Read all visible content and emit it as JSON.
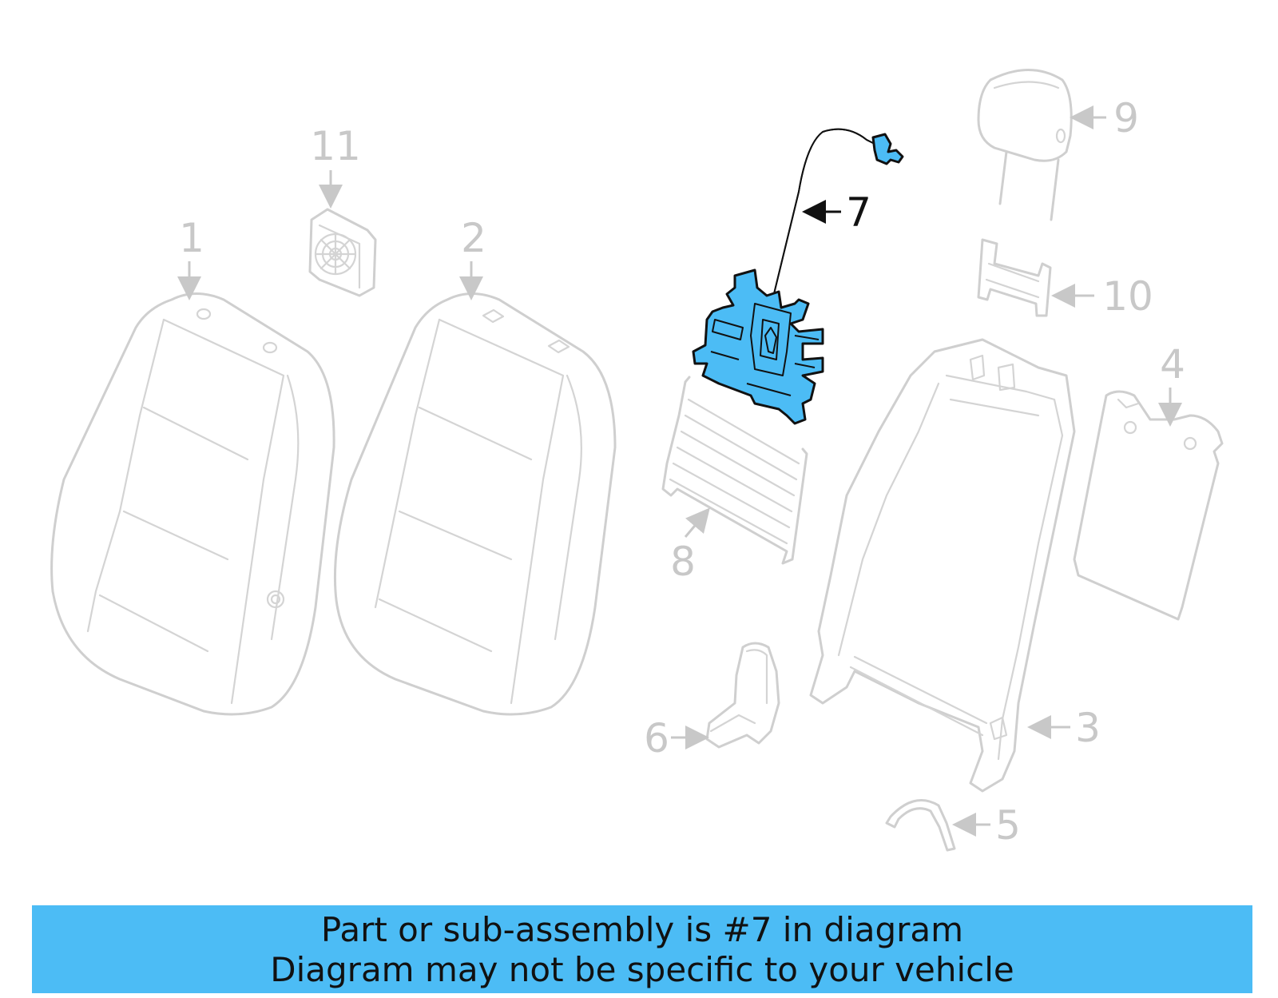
{
  "callouts": {
    "c1": "1",
    "c2": "2",
    "c3": "3",
    "c4": "4",
    "c5": "5",
    "c6": "6",
    "c7": "7",
    "c8": "8",
    "c9": "9",
    "c10": "10",
    "c11": "11"
  },
  "highlighted_part": "7",
  "banner": {
    "line1": "Part or sub-assembly is #7 in diagram",
    "line2": "Diagram may not be specific to your vehicle"
  },
  "colors": {
    "highlight": "#4cbcf5",
    "inactive_parts": "#cfcfcf",
    "highlight_outline": "#111111"
  }
}
